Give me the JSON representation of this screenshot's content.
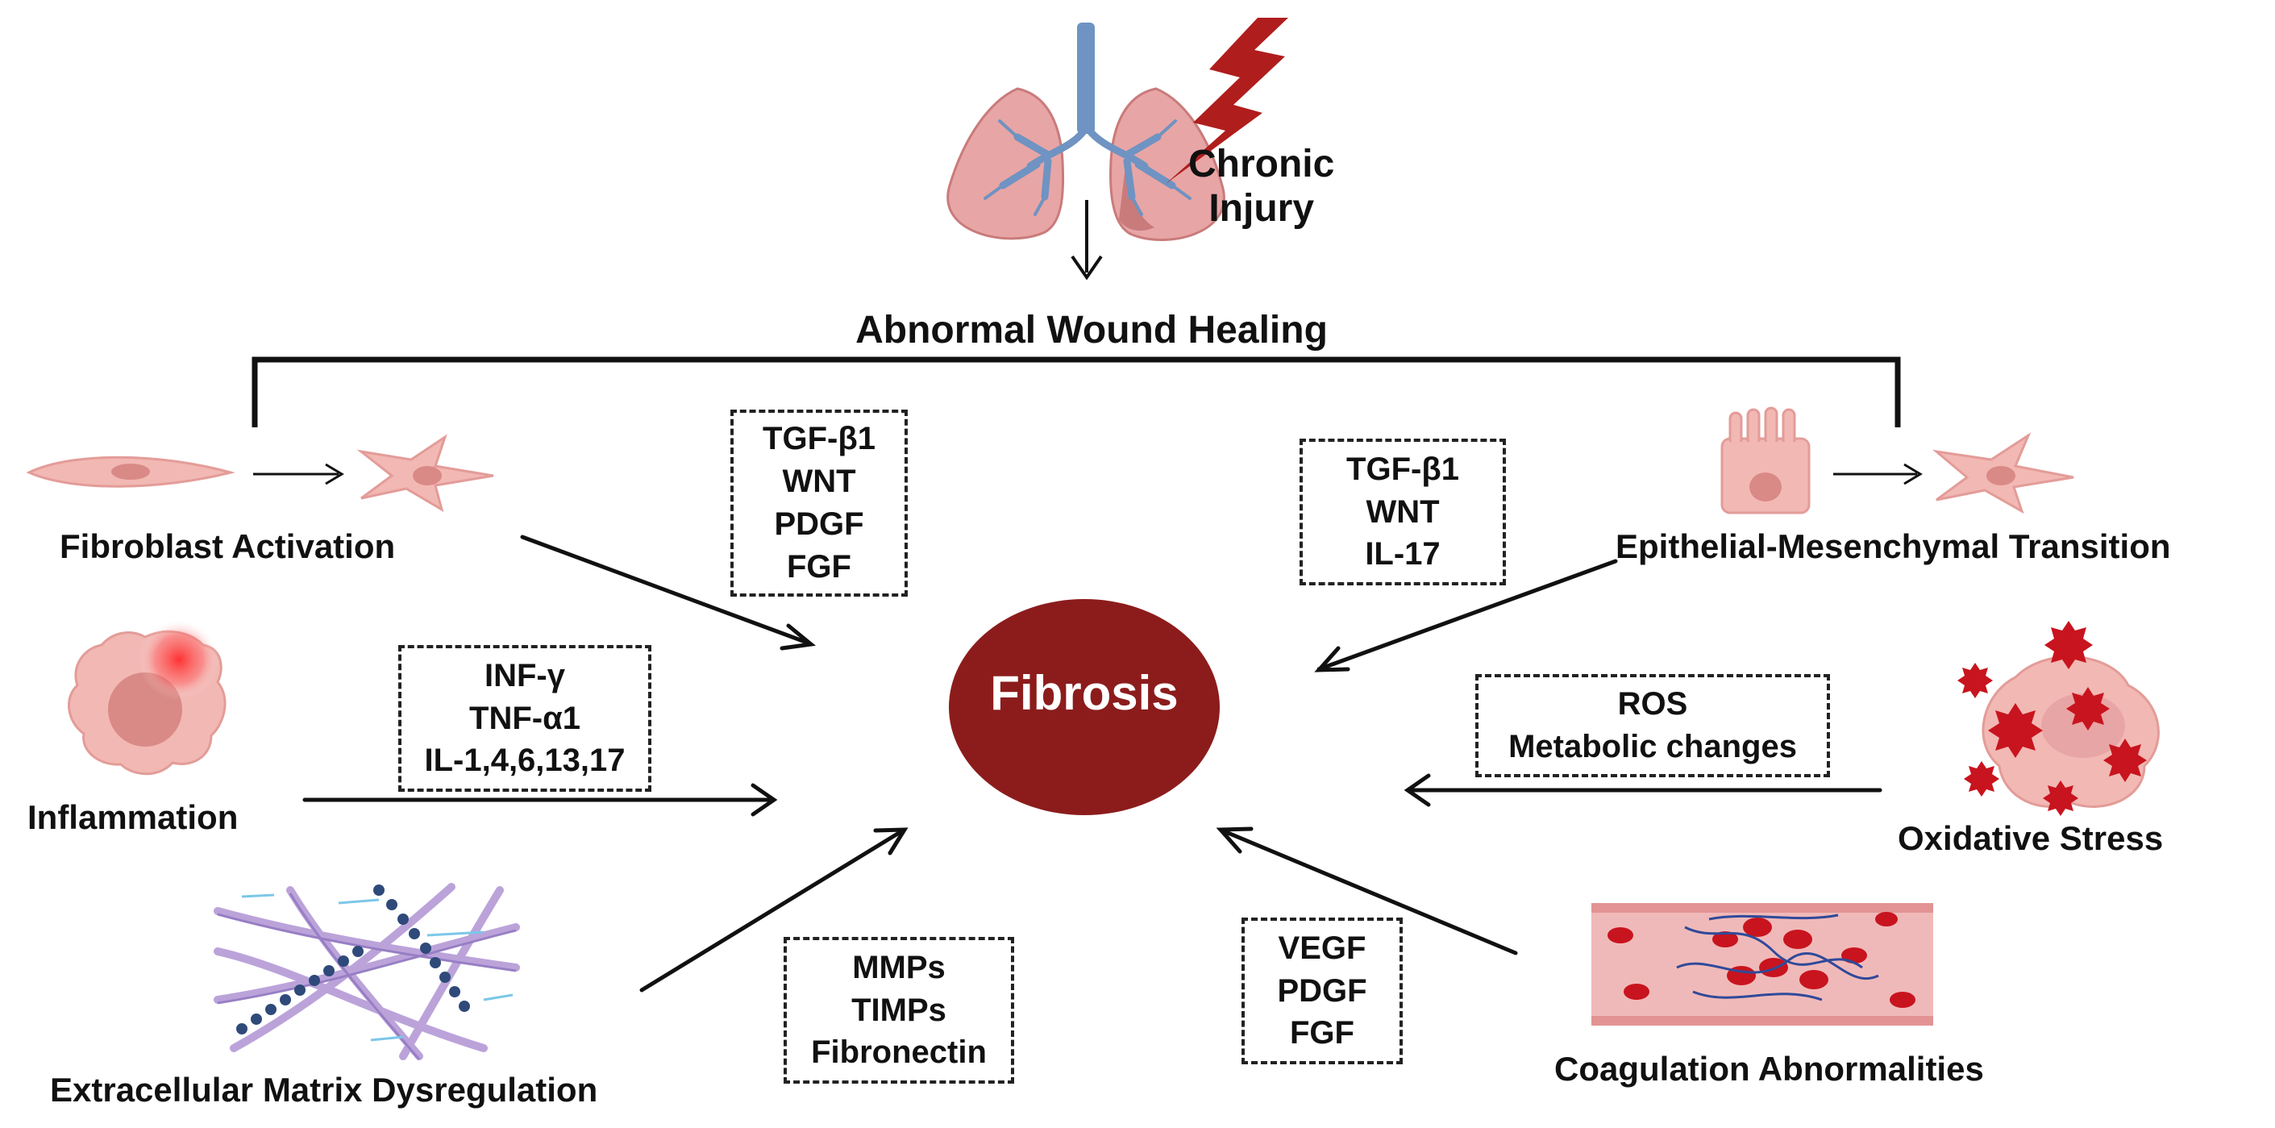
{
  "colors": {
    "center_fill": "#8c1c1c",
    "center_text": "#ffffff",
    "lung_fill": "#e8a5a5",
    "lung_dark": "#c97b7b",
    "bronchi": "#6f93c2",
    "bolt": "#b01d1d",
    "cell_fill": "#f2b8b4",
    "cell_nucleus": "#d98a86",
    "ecm_fiber": "#b49ad6",
    "ecm_bead": "#2f4a7a",
    "vessel": "#f0b9b9",
    "rbc": "#c8141e",
    "ros_star": "#c8141e"
  },
  "center": {
    "label": "Fibrosis"
  },
  "injury": {
    "line1": "Chronic",
    "line2": "Injury"
  },
  "healing": {
    "label": "Abnormal Wound Healing"
  },
  "nodes": {
    "fibroblast": "Fibroblast Activation",
    "emt": "Epithelial-Mesenchymal Transition",
    "inflammation": "Inflammation",
    "oxidative": "Oxidative Stress",
    "ecm": "Extracellular Matrix Dysregulation",
    "coagulation": "Coagulation Abnormalities"
  },
  "boxes": {
    "fibroblast": [
      "TGF-β1",
      "WNT",
      "PDGF",
      "FGF"
    ],
    "emt": [
      "TGF-β1",
      "WNT",
      "IL-17"
    ],
    "inflammation": [
      "INF-γ",
      "TNF-α1",
      "IL-1,4,6,13,17"
    ],
    "oxidative": [
      "ROS",
      "Metabolic changes"
    ],
    "ecm": [
      "MMPs",
      "TIMPs",
      "Fibronectin"
    ],
    "coagulation": [
      "VEGF",
      "PDGF",
      "FGF"
    ]
  },
  "icons": {
    "lungs": "lungs-icon",
    "bolt": "lightning-bolt-icon",
    "fibroblast_cell": "spindle-fibroblast-icon",
    "myofibroblast": "myofibroblast-icon",
    "epithelial_cell": "epithelial-cell-icon",
    "mesenchymal_cell": "mesenchymal-cell-icon",
    "macrophage": "macrophage-icon",
    "stressed_cell": "stressed-cell-icon",
    "ecm_fibers": "ecm-fibers-icon",
    "blood_vessel": "blood-vessel-clot-icon"
  }
}
